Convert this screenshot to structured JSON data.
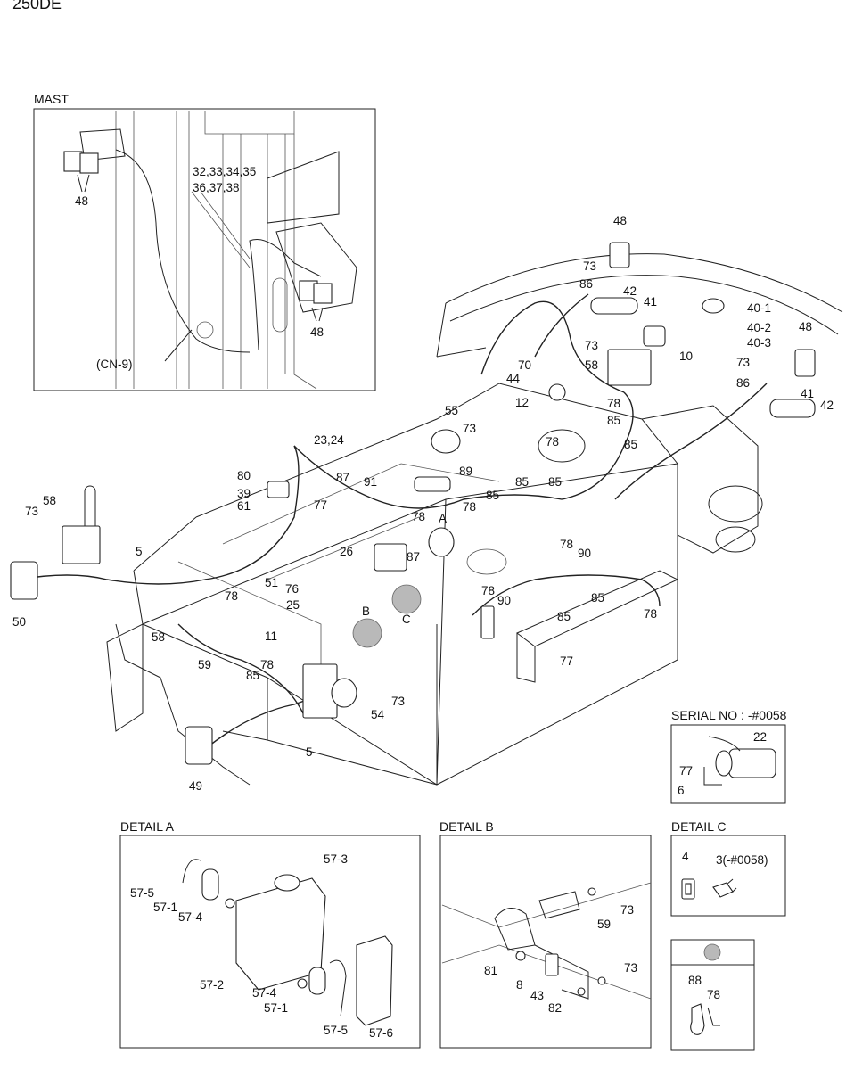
{
  "model": "250DE",
  "mast": {
    "title": "MAST",
    "labels": [
      "48",
      "32,33,34,35",
      "36,37,38",
      "48",
      "(CN-9)"
    ]
  },
  "main": {
    "labels": [
      "48",
      "73",
      "86",
      "42",
      "41",
      "40-1",
      "40-2",
      "40-3",
      "48",
      "73",
      "10",
      "86",
      "41",
      "42",
      "73",
      "70",
      "58",
      "44",
      "12",
      "78",
      "85",
      "78",
      "85",
      "55",
      "73",
      "23,24",
      "89",
      "85",
      "85",
      "85",
      "80",
      "87",
      "39",
      "61",
      "91",
      "77",
      "78",
      "78",
      "A",
      "26",
      "87",
      "73",
      "58",
      "5",
      "50",
      "78",
      "51",
      "76",
      "25",
      "B",
      "C",
      "11",
      "58",
      "59",
      "85",
      "78",
      "78",
      "90",
      "85",
      "78",
      "90",
      "85",
      "78",
      "77",
      "54",
      "73",
      "5",
      "49"
    ]
  },
  "serial": {
    "title": "SERIAL NO : -#0058",
    "labels": [
      "22",
      "77",
      "6"
    ]
  },
  "detail_a": {
    "title": "DETAIL A",
    "labels": [
      "57-3",
      "57-5",
      "57-1",
      "57-4",
      "57-2",
      "57-4",
      "57-1",
      "57-5",
      "57-6"
    ]
  },
  "detail_b": {
    "title": "DETAIL B",
    "labels": [
      "73",
      "59",
      "81",
      "73",
      "8",
      "43",
      "82"
    ]
  },
  "detail_c": {
    "title": "DETAIL C",
    "labels": [
      "4",
      "3(-#0058)"
    ]
  },
  "legend": {
    "labels": [
      "88",
      "78"
    ]
  }
}
